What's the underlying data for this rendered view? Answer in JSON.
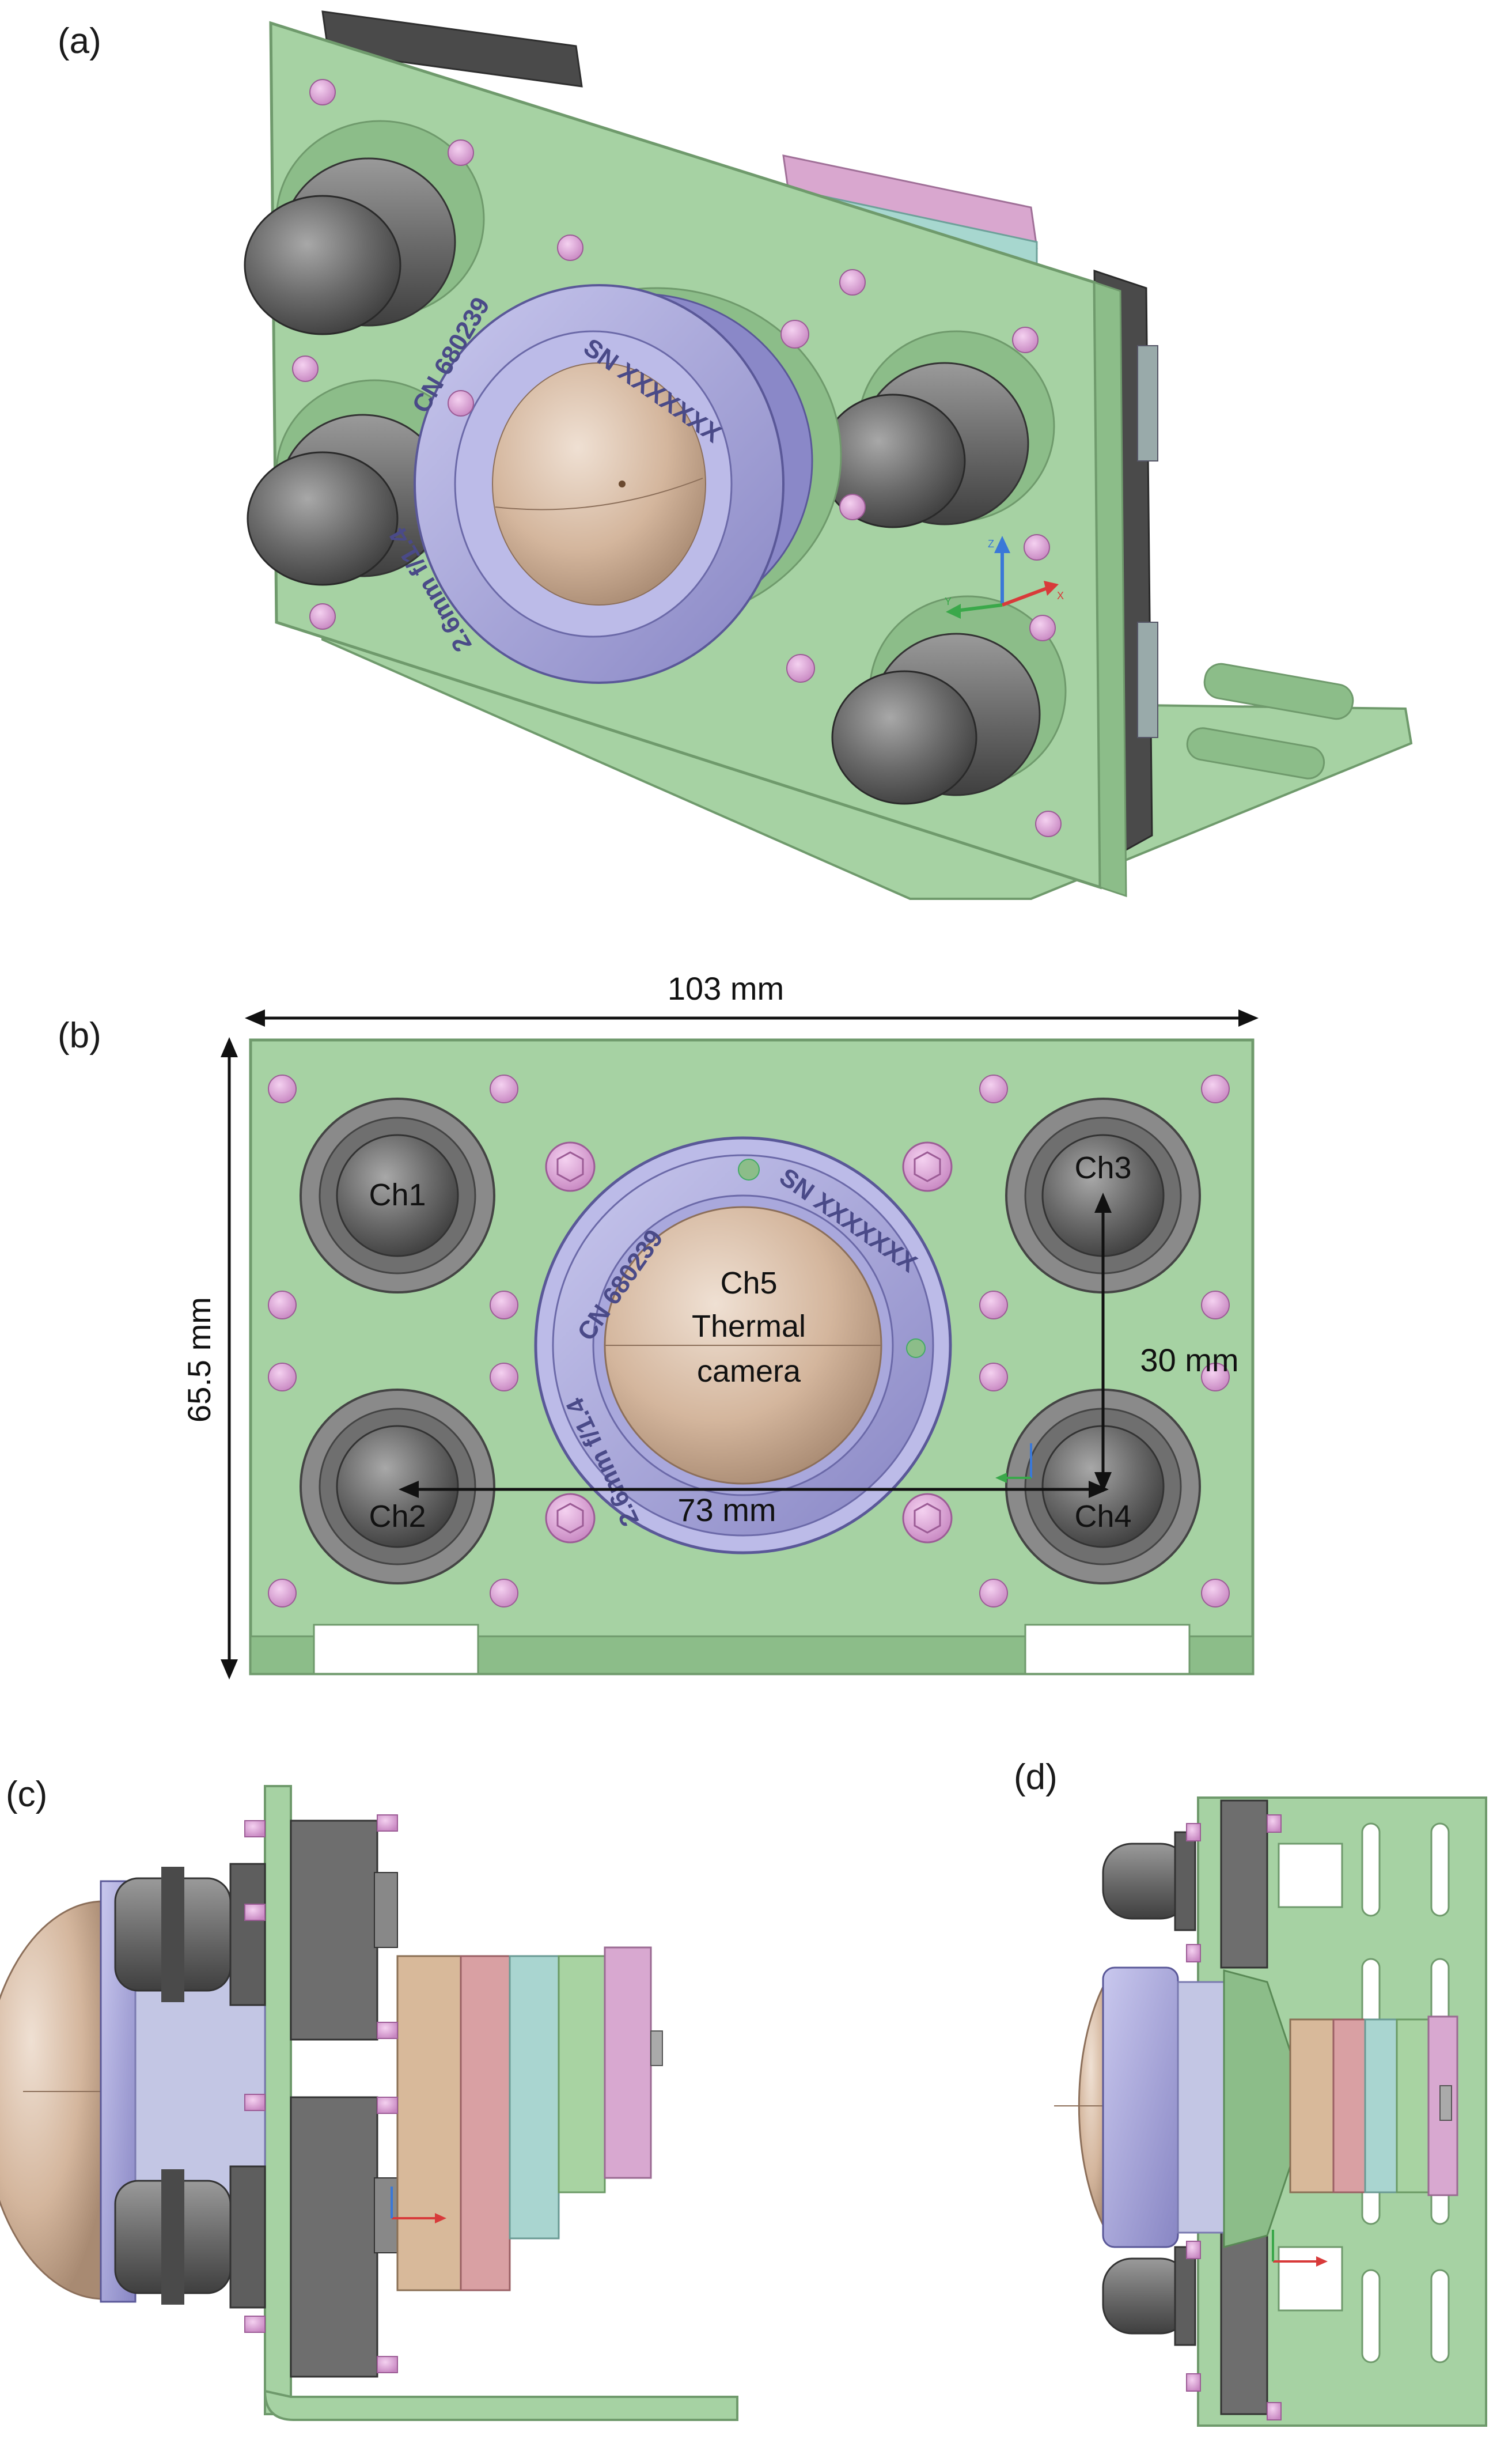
{
  "panels": {
    "a": {
      "label": "(a)"
    },
    "b": {
      "label": "(b)"
    },
    "c": {
      "label": "(c)"
    },
    "d": {
      "label": "(d)"
    }
  },
  "dimensions": {
    "width": "103 mm",
    "height": "65.5 mm",
    "horizontal_spacing": "73 mm",
    "vertical_spacing": "30 mm"
  },
  "channels": {
    "ch1": "Ch1",
    "ch2": "Ch2",
    "ch3": "Ch3",
    "ch4": "Ch4",
    "ch5_line1": "Ch5",
    "ch5_line2": "Thermal",
    "ch5_line3": "camera"
  },
  "lens_engraving": {
    "cn": "CN 680239",
    "sn": "SN XXXXXXX",
    "spec": "2.6mm f/1.4"
  },
  "axis_labels": {
    "z": "Z",
    "x": "X",
    "y": "Y"
  },
  "colors": {
    "plate": "#a6d2a3",
    "plate_dark": "#8cbd89",
    "plate_edge": "#6f9a6c",
    "camera_grey": "#6e6e6e",
    "ring_lavender": "#a9a8dc",
    "dome": "#d9bfa7",
    "screw_pink": "#e2a9dd",
    "housing_dark": "#4a4a4a"
  }
}
